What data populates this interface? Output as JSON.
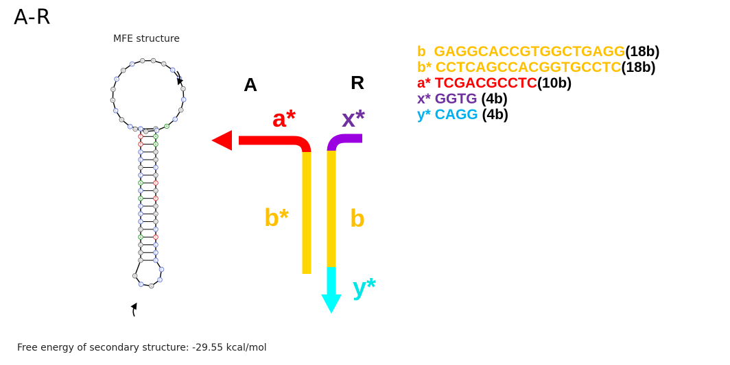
{
  "title": "A-R",
  "mfe": {
    "title": "MFE structure",
    "energy_text": "Free energy of secondary structure: -29.55 kcal/mol",
    "loop_bases": [
      "C",
      "G",
      "C",
      "G",
      "G",
      "C",
      "G",
      "C",
      "G",
      "G",
      "G",
      "C",
      "C",
      "G",
      "C",
      "G",
      "C",
      "A",
      "C",
      "G",
      "G"
    ],
    "stem_left": [
      "C",
      "T",
      "T",
      "C",
      "C",
      "G",
      "C",
      "A",
      "C",
      "A",
      "C",
      "C",
      "C",
      "G",
      "A",
      "G",
      "G",
      "G"
    ],
    "stem_right": [
      "G",
      "A",
      "A",
      "G",
      "G",
      "C",
      "G",
      "T",
      "G",
      "T",
      "G",
      "G",
      "G",
      "C",
      "T",
      "C",
      "C",
      "C"
    ],
    "tail_bases": [
      "C",
      "C",
      "G",
      "C",
      "G"
    ]
  },
  "strands": {
    "A": {
      "name": "A",
      "labels": {
        "a": "a*",
        "b": "b*"
      }
    },
    "R": {
      "name": "R",
      "labels": {
        "x": "x*",
        "b": "b",
        "y": "y*"
      }
    }
  },
  "legend": [
    {
      "domain": "b",
      "sequence": "GAGGCACCGTGGCTGAGG",
      "length": "(18b)",
      "color": "#FFC000"
    },
    {
      "domain": "b*",
      "sequence": "CCTCAGCCACGGTGCCTC",
      "length": "(18b)",
      "color": "#FFC000"
    },
    {
      "domain": "a*",
      "sequence": "TCGACGCCTC",
      "length": "(10b)",
      "color": "#FF0000"
    },
    {
      "domain": "x*",
      "sequence": "GGTG",
      "length": " (4b)",
      "color": "#7030A0"
    },
    {
      "domain": "y*",
      "sequence": "CAGG",
      "length": " (4b)",
      "color": "#00B0F0"
    }
  ],
  "colors": {
    "red": "#FF0000",
    "yellow": "#FFD700",
    "purple": "#9B00E0",
    "cyan": "#00FFFF",
    "base_C": "#6E7FD8",
    "base_G": "#777777",
    "base_T": "#D94040",
    "base_A": "#3CA03C"
  }
}
